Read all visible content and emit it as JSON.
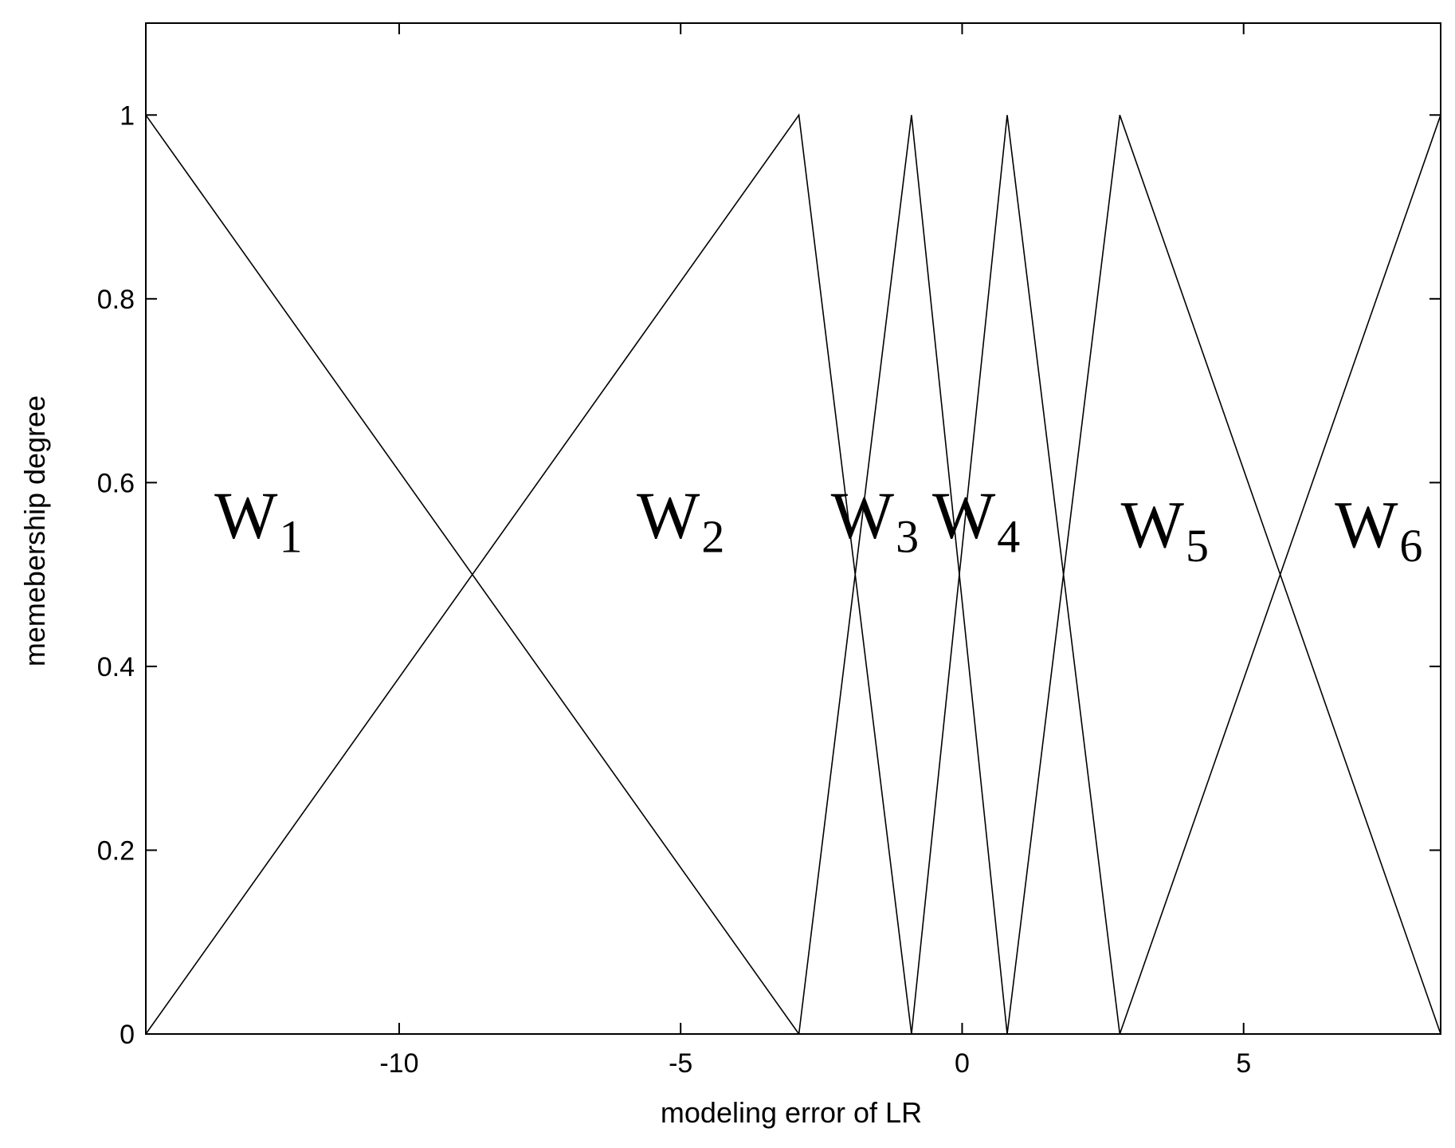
{
  "chart_data": {
    "type": "line",
    "xlabel": "modeling error of LR",
    "ylabel": "memebership degree",
    "xlim": [
      -14.5,
      8.5
    ],
    "ylim": [
      0,
      1.1
    ],
    "xticks": [
      -10,
      -5,
      0,
      5
    ],
    "xtick_labels": [
      "-10",
      "-5",
      "0",
      "5"
    ],
    "yticks": [
      0,
      0.2,
      0.4,
      0.6,
      0.8,
      1
    ],
    "ytick_labels": [
      "0",
      "0.2",
      "0.4",
      "0.6",
      "0.8",
      "1"
    ],
    "grid": false,
    "line_color": "#000000",
    "series": [
      {
        "x": [
          -14.5,
          -2.9
        ],
        "y": [
          1,
          0
        ]
      },
      {
        "x": [
          -14.5,
          -2.9,
          -0.9
        ],
        "y": [
          0,
          1,
          0
        ]
      },
      {
        "x": [
          -2.9,
          -0.9,
          0.8
        ],
        "y": [
          0,
          1,
          0
        ]
      },
      {
        "x": [
          -0.9,
          0.8,
          2.8
        ],
        "y": [
          0,
          1,
          0
        ]
      },
      {
        "x": [
          0.8,
          2.8,
          8.5
        ],
        "y": [
          0,
          1,
          0
        ]
      },
      {
        "x": [
          2.8,
          8.5
        ],
        "y": [
          0,
          1
        ]
      }
    ],
    "annotations": [
      {
        "letter": "W",
        "sub": "1",
        "x": -12.5,
        "y": 0.54
      },
      {
        "letter": "W",
        "sub": "2",
        "x": -5.0,
        "y": 0.54
      },
      {
        "letter": "W",
        "sub": "3",
        "x": -1.55,
        "y": 0.54
      },
      {
        "letter": "W",
        "sub": "4",
        "x": 0.25,
        "y": 0.54
      },
      {
        "letter": "W",
        "sub": "5",
        "x": 3.6,
        "y": 0.53
      },
      {
        "letter": "W",
        "sub": "6",
        "x": 7.4,
        "y": 0.53
      }
    ]
  }
}
